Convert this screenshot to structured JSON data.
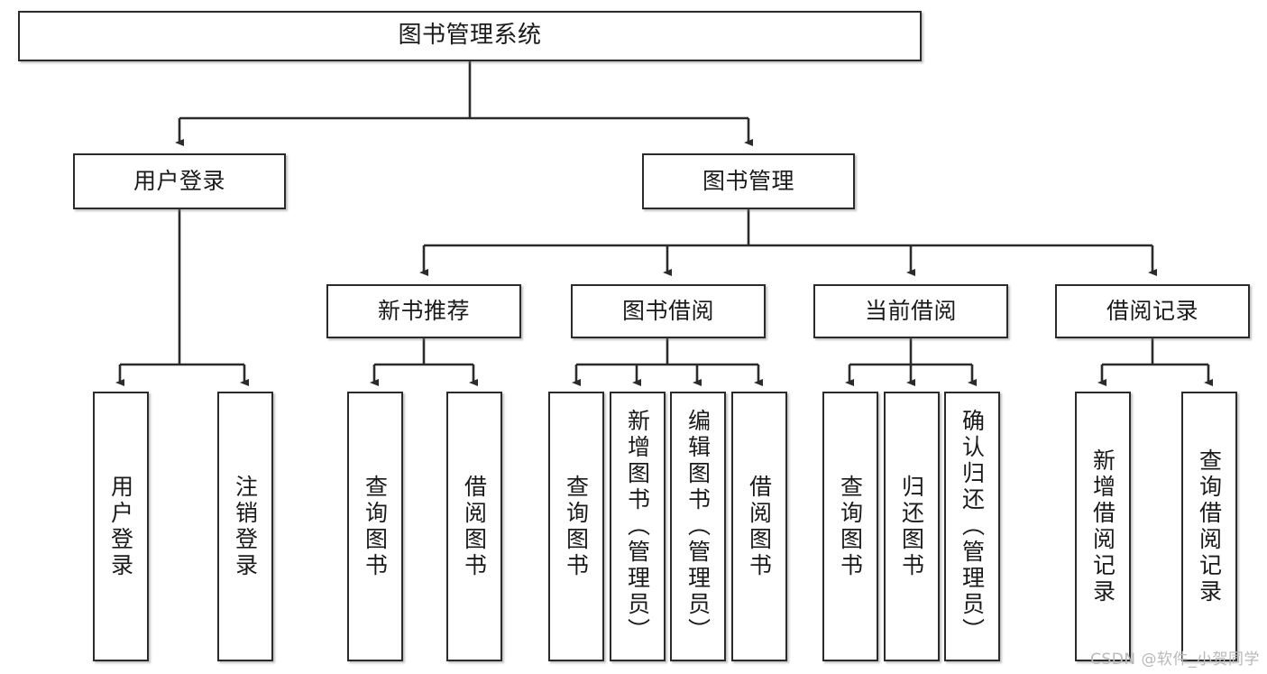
{
  "diagram": {
    "title": "图书管理系统",
    "watermark": "CSDN @软件_小贺同学",
    "line_color": "#2b2b2b",
    "box_fill": "#ffffff",
    "text_color": "#1a1a1a",
    "watermark_color": "#b9b9b9",
    "levels": {
      "root": {
        "label": "图书管理系统"
      },
      "level2": [
        {
          "label": "用户登录"
        },
        {
          "label": "图书管理"
        }
      ],
      "level3": [
        {
          "label": "新书推荐"
        },
        {
          "label": "图书借阅"
        },
        {
          "label": "当前借阅"
        },
        {
          "label": "借阅记录"
        }
      ],
      "leaves": {
        "user_login": [
          {
            "label": "用户登录"
          },
          {
            "label": "注销登录"
          }
        ],
        "new_book_recommend": [
          {
            "label": "查询图书"
          },
          {
            "label": "借阅图书"
          }
        ],
        "book_borrow": [
          {
            "label": "查询图书"
          },
          {
            "label": "新增图书（管理员）"
          },
          {
            "label": "编辑图书（管理员）"
          },
          {
            "label": "借阅图书"
          }
        ],
        "current_borrow": [
          {
            "label": "查询图书"
          },
          {
            "label": "归还图书"
          },
          {
            "label": "确认归还（管理员）"
          }
        ],
        "borrow_record": [
          {
            "label": "新增借阅记录"
          },
          {
            "label": "查询借阅记录"
          }
        ]
      }
    }
  }
}
